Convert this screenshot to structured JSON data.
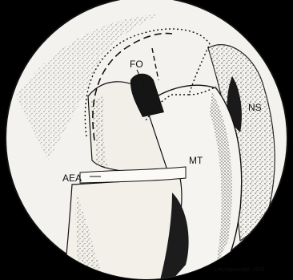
{
  "figure": {
    "labels": {
      "fo": "FO",
      "ns": "NS",
      "mt": "MT",
      "aea": "AEA"
    },
    "credit": "Laryngoscope, 2001"
  },
  "colors": {
    "background": "#000000",
    "field": "#f4f2ee",
    "ink": "#111111"
  }
}
